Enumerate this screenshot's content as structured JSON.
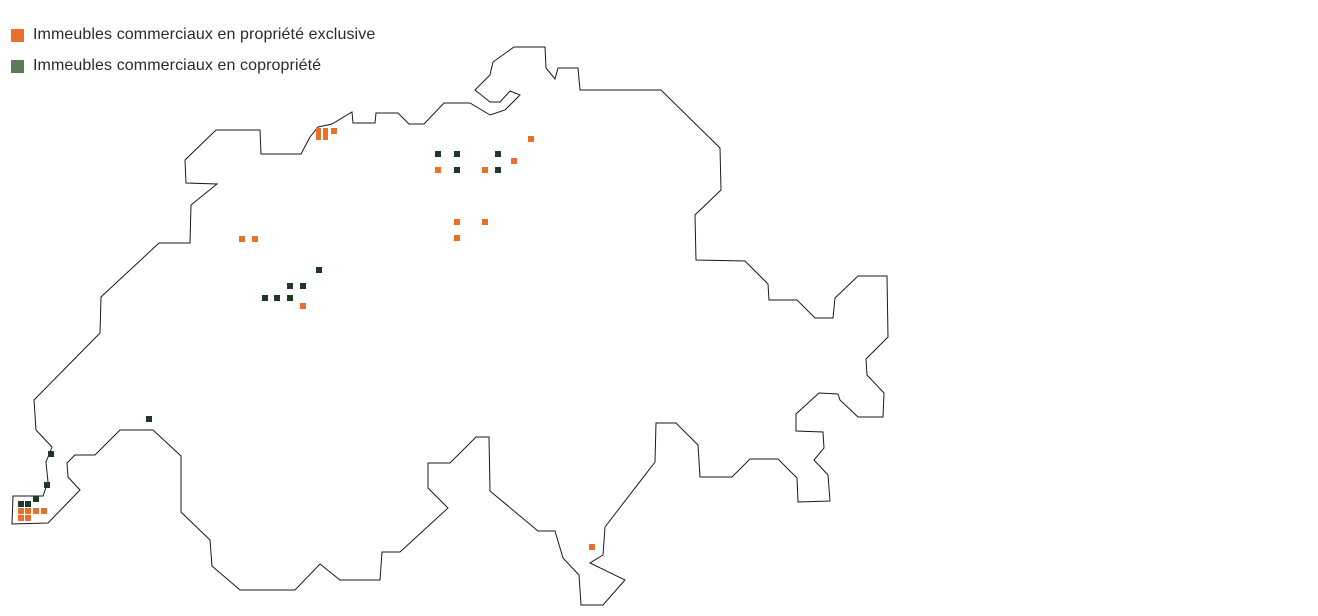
{
  "legend": [
    {
      "label": "Immeubles commerciaux en propriété exclusive",
      "color": "#E8702A",
      "key": "exclusive"
    },
    {
      "label": "Immeubles commerciaux en copropriété",
      "color": "#5C7A5A",
      "key": "coownership"
    }
  ],
  "colors": {
    "border": "#1a1a1a",
    "marker_exclusive": "#E8702A",
    "marker_coownership": "#1E3A26"
  }
}
